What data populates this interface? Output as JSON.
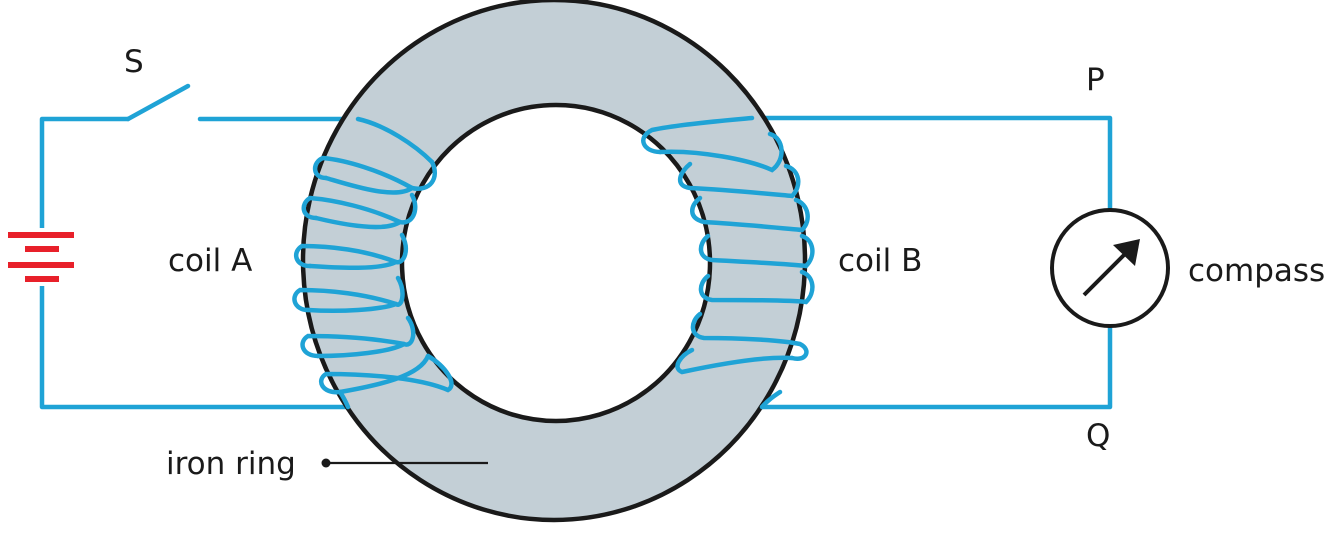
{
  "labels": {
    "switch": "S",
    "coil_a": "coil A",
    "coil_b": "coil B",
    "point_p": "P",
    "point_q": "Q",
    "compass": "compass",
    "iron_ring": "iron ring"
  },
  "colors": {
    "wire": "#1fa3d6",
    "ring_fill": "#c3cfd6",
    "ring_outline": "#1a1a1a",
    "cell": "#e8202a",
    "text": "#1a1a1a"
  },
  "icons": {
    "cell": "battery-cell-icon",
    "compass_needle": "arrow-icon"
  }
}
